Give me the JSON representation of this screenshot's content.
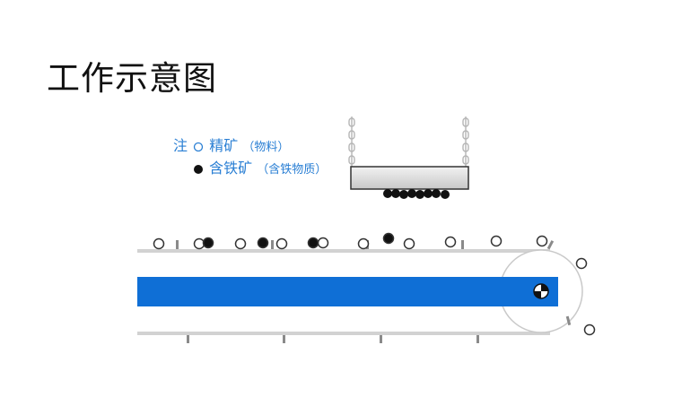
{
  "title": "工作示意图",
  "legend": {
    "note_label": "注",
    "items": [
      {
        "symbol": "hollow-circle",
        "label": "精矿",
        "detail": "（物料）"
      },
      {
        "symbol": "filled-circle",
        "label": "含铁矿",
        "detail": "（含铁物质）"
      }
    ]
  },
  "colors": {
    "belt": "#0f6fd6",
    "legend_text": "#2a7fd4",
    "magnet_body": "#d9d9d9",
    "rail": "#d2d2d2"
  },
  "icons": {
    "magnet": "suspended-magnet-icon",
    "pulley": "drive-pulley-icon",
    "chain": "chain-icon"
  }
}
